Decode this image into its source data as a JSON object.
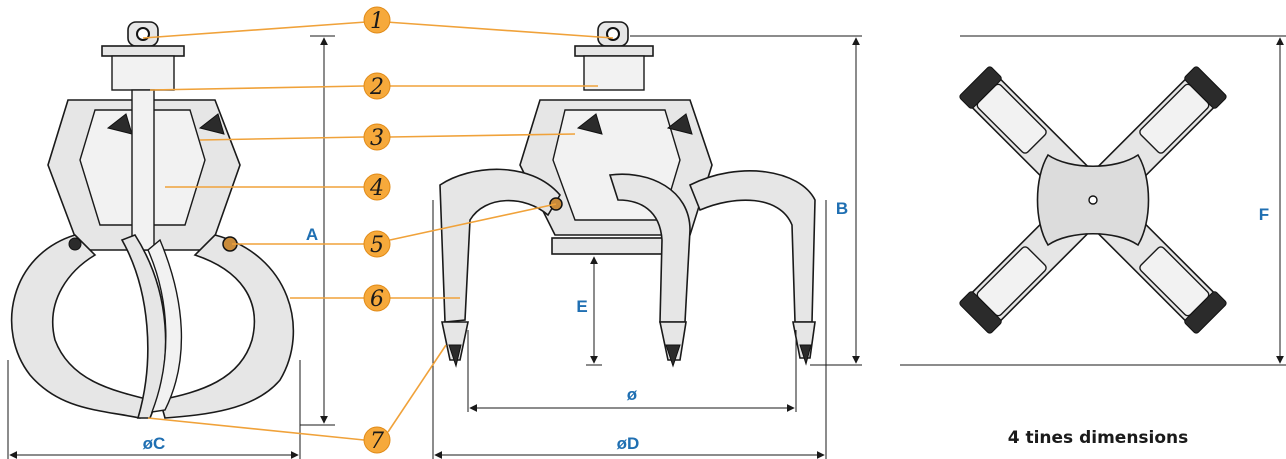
{
  "callouts": [
    {
      "number": "1"
    },
    {
      "number": "2"
    },
    {
      "number": "3"
    },
    {
      "number": "4"
    },
    {
      "number": "5"
    },
    {
      "number": "6"
    },
    {
      "number": "7"
    }
  ],
  "dimensions": {
    "A": "A",
    "B": "B",
    "E": "E",
    "F": "F",
    "oC": "øC",
    "oD": "øD",
    "o": "ø"
  },
  "caption": "4 tines dimensions",
  "colors": {
    "callout_fill": "#f6a93b",
    "leader": "#f0a23a",
    "dimension_label": "#1f6fb2"
  }
}
